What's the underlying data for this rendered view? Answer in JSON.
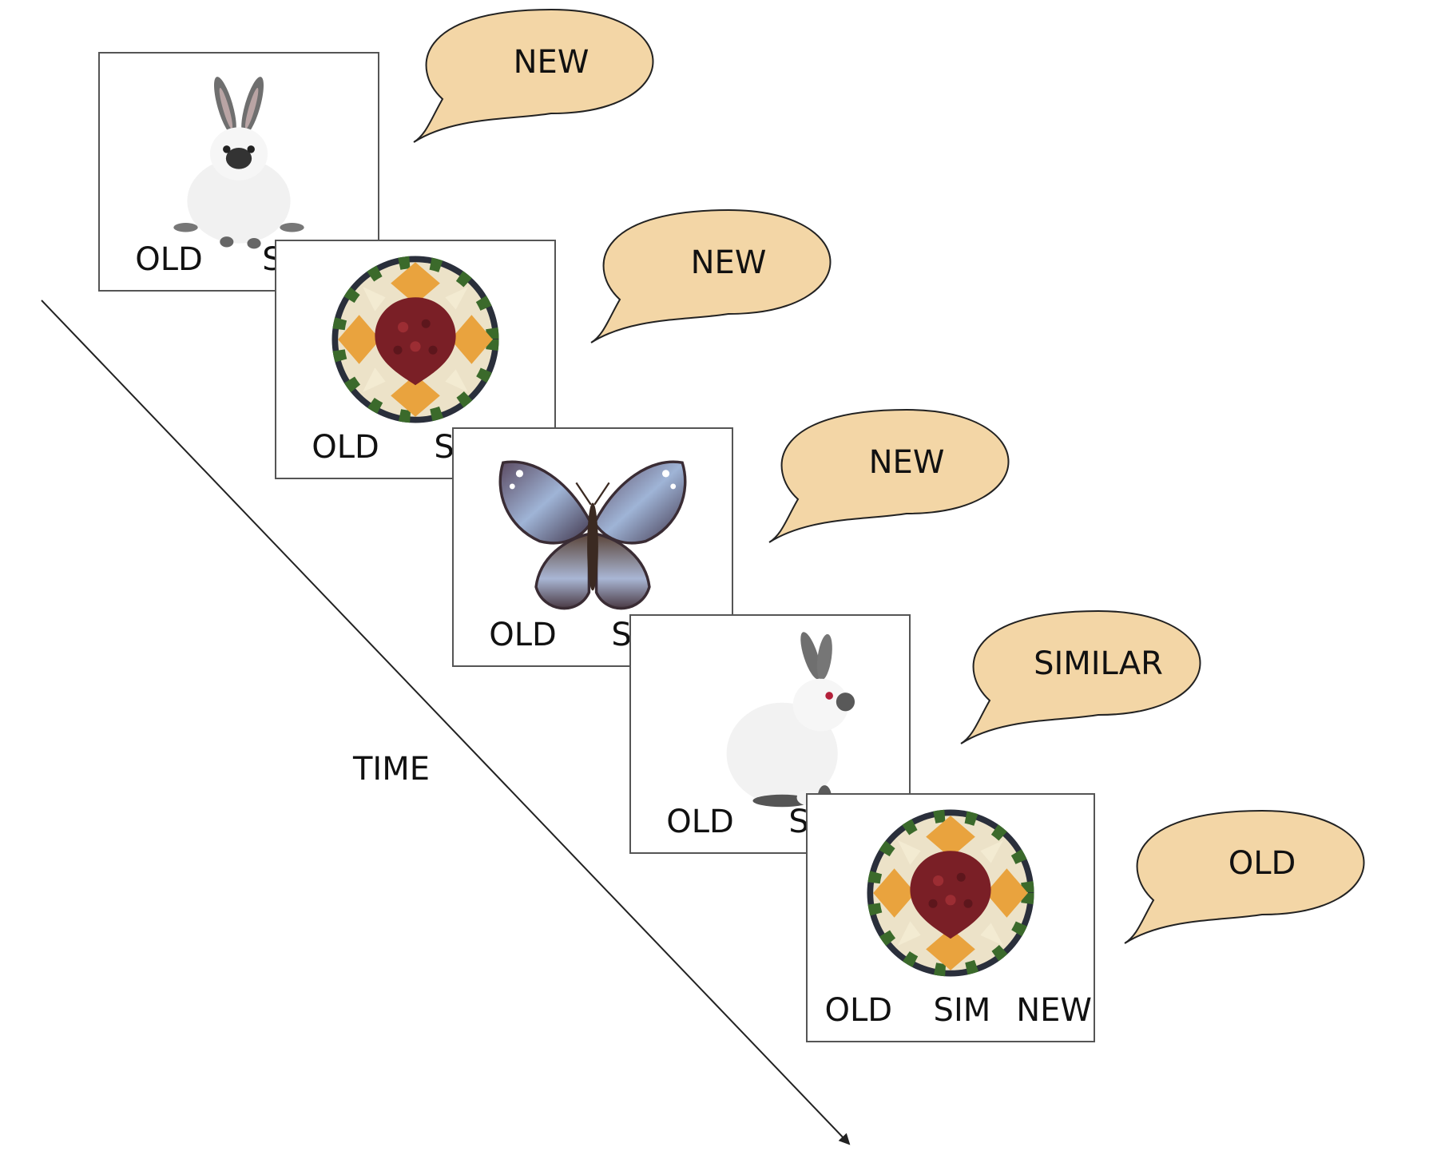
{
  "time_label": "TIME",
  "trials": [
    {
      "image": "rabbit-front-icon",
      "options": [
        "OLD",
        "S"
      ],
      "response": "NEW"
    },
    {
      "image": "food-platter-icon",
      "options": [
        "OLD",
        "SI"
      ],
      "response": "NEW"
    },
    {
      "image": "butterfly-icon",
      "options": [
        "OLD",
        "SI"
      ],
      "response": "NEW"
    },
    {
      "image": "rabbit-side-icon",
      "options": [
        "OLD",
        "SI"
      ],
      "response": "SIMILAR"
    },
    {
      "image": "food-platter-icon",
      "options": [
        "OLD",
        "SIM",
        "NEW"
      ],
      "response": "OLD"
    }
  ],
  "colors": {
    "bubble_fill": "#f3d6a6",
    "stroke": "#222222",
    "card_border": "#555555"
  }
}
